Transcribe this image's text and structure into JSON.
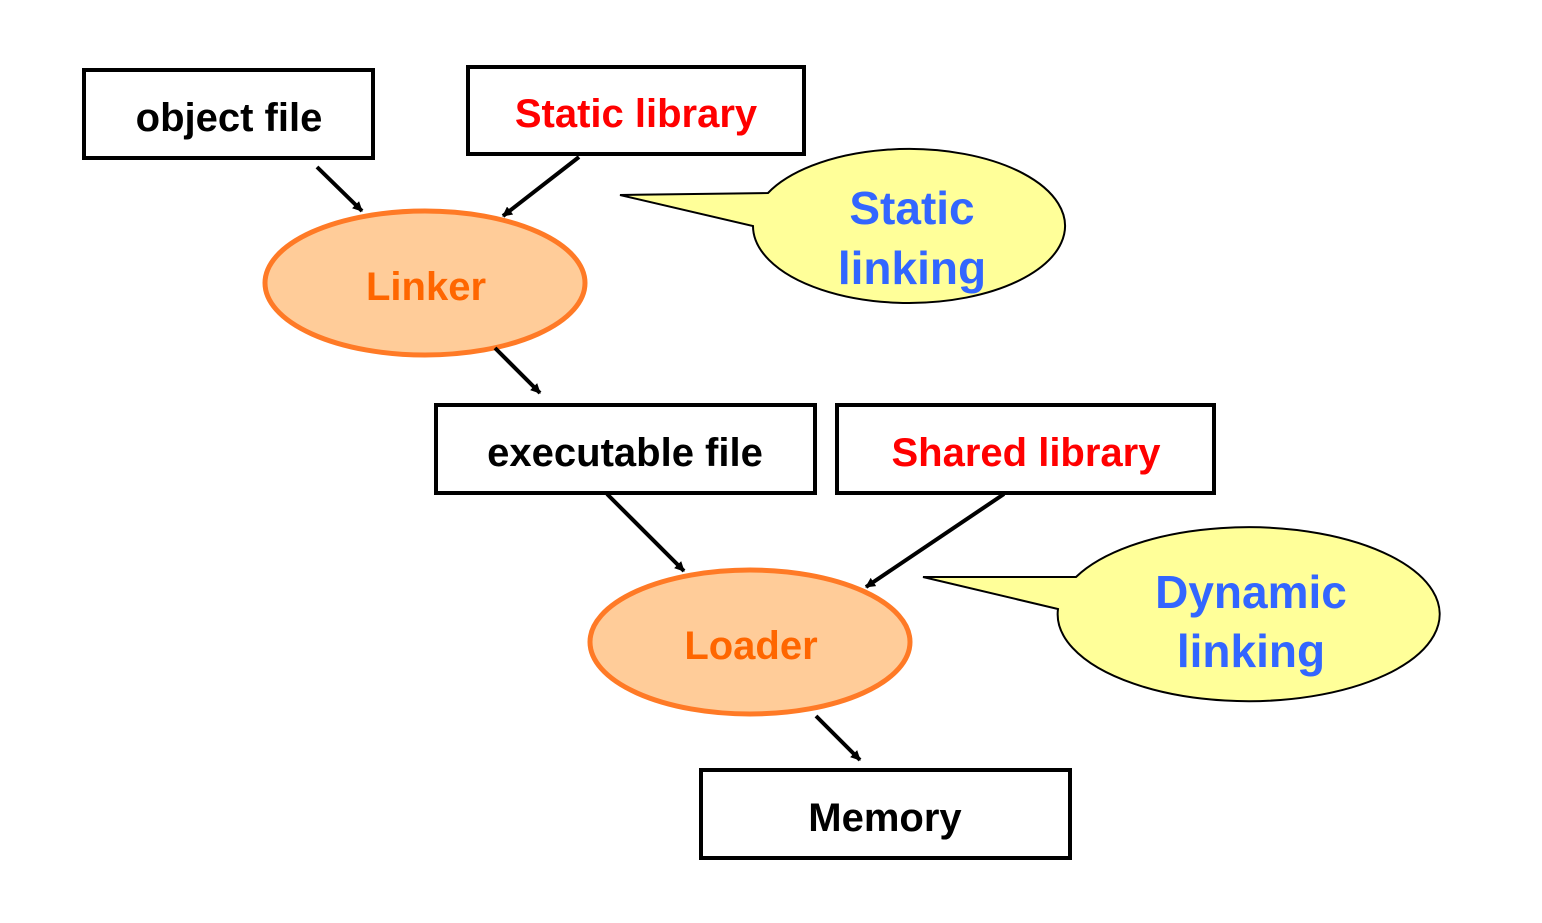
{
  "colors": {
    "box_text": "#000000",
    "library_text": "#ff0000",
    "process_text": "#ff6600",
    "process_fill": "#ffcc99",
    "process_stroke": "#ff7a26",
    "callout_text": "#3366ff",
    "callout_fill": "#ffff99",
    "stroke": "#000000"
  },
  "nodes": {
    "object_file": "object file",
    "static_library": "Static library",
    "linker": "Linker",
    "executable_file": "executable file",
    "shared_library": "Shared library",
    "loader": "Loader",
    "memory": "Memory"
  },
  "callouts": {
    "static_linking": {
      "line1": "Static",
      "line2": "linking"
    },
    "dynamic_linking": {
      "line1": "Dynamic",
      "line2": "linking"
    }
  }
}
